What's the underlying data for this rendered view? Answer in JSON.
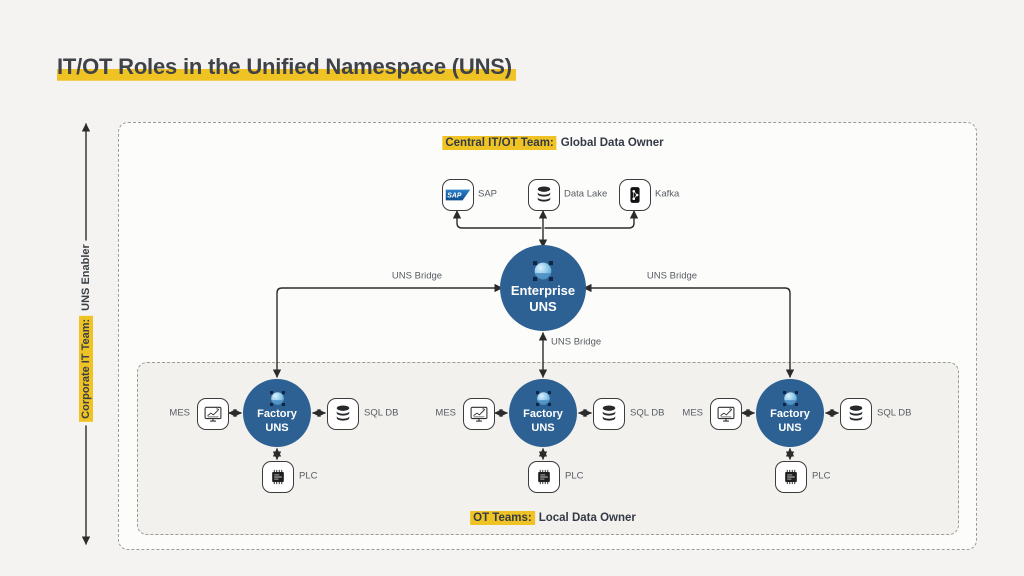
{
  "colors": {
    "accent_yellow": "#f0c325",
    "node_blue": "#2d6193",
    "line_dark": "#2b2b2b",
    "background": "#f4f3f1"
  },
  "title": "IT/OT Roles in the Unified Namespace (UNS)",
  "left_axis": {
    "highlighted": "Corporate IT Team:",
    "plain": "UNS Enabler"
  },
  "sections": {
    "central_team": {
      "highlighted": "Central IT/OT Team:",
      "plain": "Global Data Owner"
    },
    "ot_teams": {
      "highlighted": "OT Teams:",
      "plain": "Local Data Owner"
    }
  },
  "it_systems": {
    "sap": {
      "label": "SAP",
      "logo_text": "SAP"
    },
    "data_lake": {
      "label": "Data Lake"
    },
    "kafka": {
      "label": "Kafka"
    }
  },
  "enterprise_node": {
    "line1": "Enterprise",
    "line2": "UNS"
  },
  "bridge_labels": {
    "left": "UNS Bridge",
    "right": "UNS Bridge",
    "down": "UNS Bridge"
  },
  "factories": [
    {
      "line1": "Factory",
      "line2": "UNS",
      "mes_label": "MES",
      "db_label": "SQL DB",
      "plc_label": "PLC"
    },
    {
      "line1": "Factory",
      "line2": "UNS",
      "mes_label": "MES",
      "db_label": "SQL DB",
      "plc_label": "PLC"
    },
    {
      "line1": "Factory",
      "line2": "UNS",
      "mes_label": "MES",
      "db_label": "SQL DB",
      "plc_label": "PLC"
    }
  ]
}
